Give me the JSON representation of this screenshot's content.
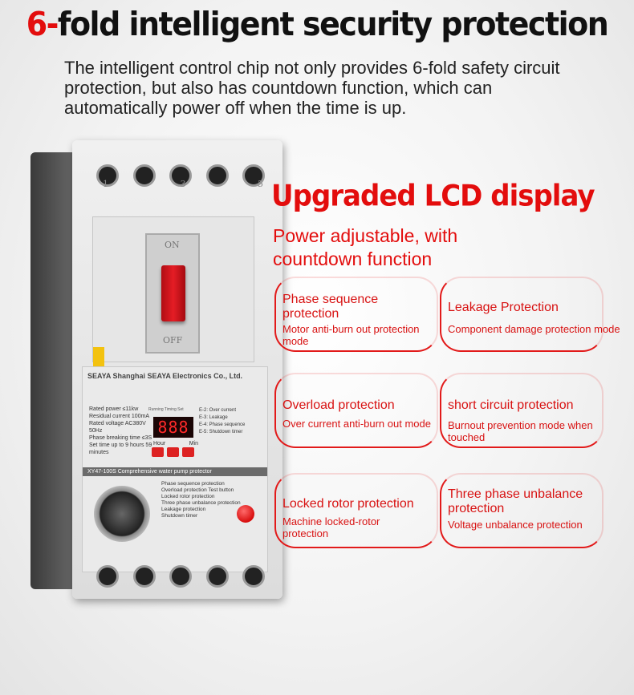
{
  "header": {
    "title_num": "6-",
    "title_rest": "fold intelligent security protection",
    "subtitle": "The intelligent control chip not only provides 6-fold safety circuit protection, but also has countdown function, which can automatically power off when the time is up."
  },
  "device": {
    "top_terminal_numbers": [
      "1",
      "3",
      "5"
    ],
    "switch_on": "ON",
    "switch_off": "OFF",
    "brand": "SEAYA Shanghai SEAYA Electronics Co., Ltd.",
    "specs": [
      "Rated power ≤11kw",
      "Residual current 100mA",
      "Rated voltage AC380V 50Hz",
      "Phase breaking time ≤3S",
      "Set time up to 9 hours 59 minutes"
    ],
    "lcd_value": "888",
    "lcd_labels": "Running  Timing  Set",
    "modes": [
      "E-2: Over current",
      "E-3: Leakage",
      "E-4: Phase sequence",
      "E-5: Shutdown timer"
    ],
    "hour_label": "Hour",
    "min_label": "Min",
    "model_bar": "XY47-100S Comprehensive water pump protector",
    "features": [
      "Phase sequence protection",
      "Overload protection  Test button",
      "Locked rotor protection",
      "Three phase unbalance protection",
      "Leakage protection",
      "Shutdown timer"
    ]
  },
  "lcd_section": {
    "title": "Upgraded LCD display",
    "subtitle": "Power adjustable, with countdown function"
  },
  "cards": [
    {
      "title": "Phase sequence protection",
      "desc": "Motor anti-burn out protection mode"
    },
    {
      "title": "Leakage Protection",
      "desc": "Component damage protection mode"
    },
    {
      "title": "Overload protection",
      "desc": "Over current anti-burn out mode"
    },
    {
      "title": "short circuit protection",
      "desc": "Burnout prevention mode when touched"
    },
    {
      "title": "Locked rotor protection",
      "desc": "Machine locked-rotor protection"
    },
    {
      "title": "Three phase unbalance protection",
      "desc": "Voltage unbalance protection"
    }
  ],
  "colors": {
    "accent": "#e30d0d",
    "text": "#222222"
  }
}
